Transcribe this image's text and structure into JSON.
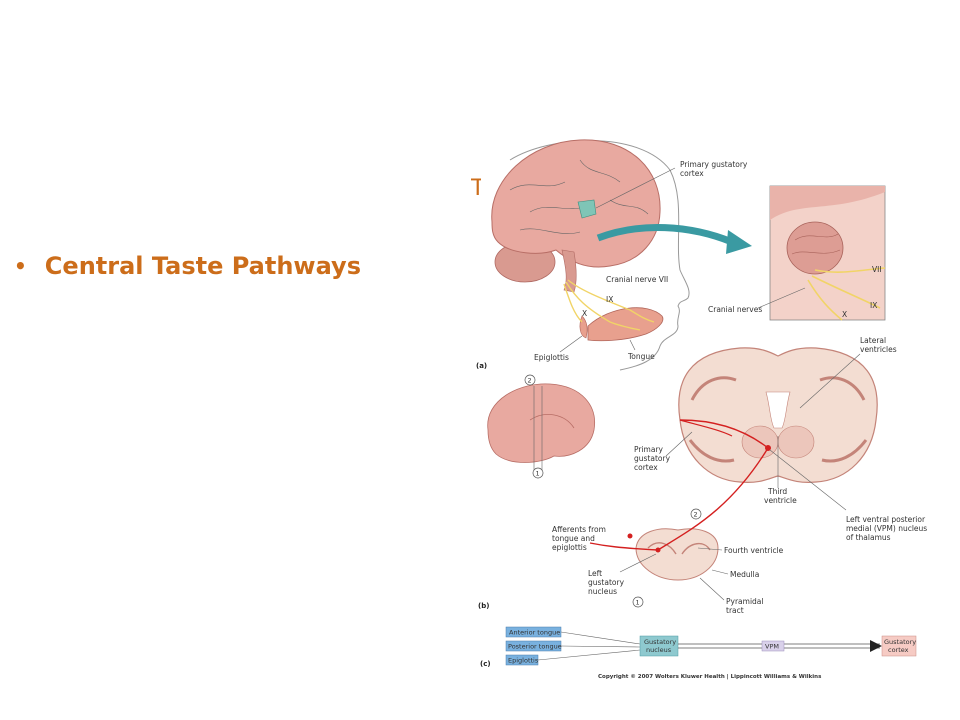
{
  "slide": {
    "bullet": "Central Taste Pathways",
    "partial_title_glyph": "T"
  },
  "colors": {
    "accent": "#cc6d1a",
    "brain": "#e8a9a0",
    "nerve": "#f1d467",
    "pathway": "#d42020",
    "arrow": "#3a9aa2",
    "box_blue": "#79b1df",
    "box_teal": "#8ec9cf",
    "box_lavender": "#d9d1ea",
    "box_pink": "#f6cbc4"
  },
  "figure": {
    "panel_a": {
      "tag": "(a)",
      "labels": {
        "primary_gustatory_cortex_1": "Primary gustatory",
        "primary_gustatory_cortex_2": "cortex",
        "cranial_nerve_vii": "Cranial nerve VII",
        "ix": "IX",
        "x": "X",
        "epiglottis": "Epiglottis",
        "tongue": "Tongue",
        "inset_vii": "VII",
        "inset_ix": "IX",
        "inset_x": "X",
        "cranial_nerves": "Cranial nerves"
      }
    },
    "panel_b": {
      "tag": "(b)",
      "marker_1": "1",
      "marker_2": "2",
      "labels": {
        "lateral_ventricles_1": "Lateral",
        "lateral_ventricles_2": "ventricles",
        "primary_gustatory_1": "Primary",
        "primary_gustatory_2": "gustatory",
        "primary_gustatory_3": "cortex",
        "third_ventricle_1": "Third",
        "third_ventricle_2": "ventricle",
        "vpm_1": "Left ventral posterior",
        "vpm_2": "medial (VPM) nucleus",
        "vpm_3": "of thalamus",
        "afferents_1": "Afferents from",
        "afferents_2": "tongue and",
        "afferents_3": "epiglottis",
        "fourth_ventricle": "Fourth ventricle",
        "medulla": "Medulla",
        "left_gustatory_1": "Left",
        "left_gustatory_2": "gustatory",
        "left_gustatory_3": "nucleus",
        "pyramidal_1": "Pyramidal",
        "pyramidal_2": "tract"
      }
    },
    "panel_c": {
      "tag": "(c)",
      "inputs": [
        "Anterior tongue",
        "Posterior tongue",
        "Epiglottis"
      ],
      "nucleus_1": "Gustatory",
      "nucleus_2": "nucleus",
      "vpm": "VPM",
      "cortex_1": "Gustatory",
      "cortex_2": "cortex"
    },
    "copyright": "Copyright © 2007 Wolters Kluwer Health | Lippincott Williams & Wilkins"
  }
}
